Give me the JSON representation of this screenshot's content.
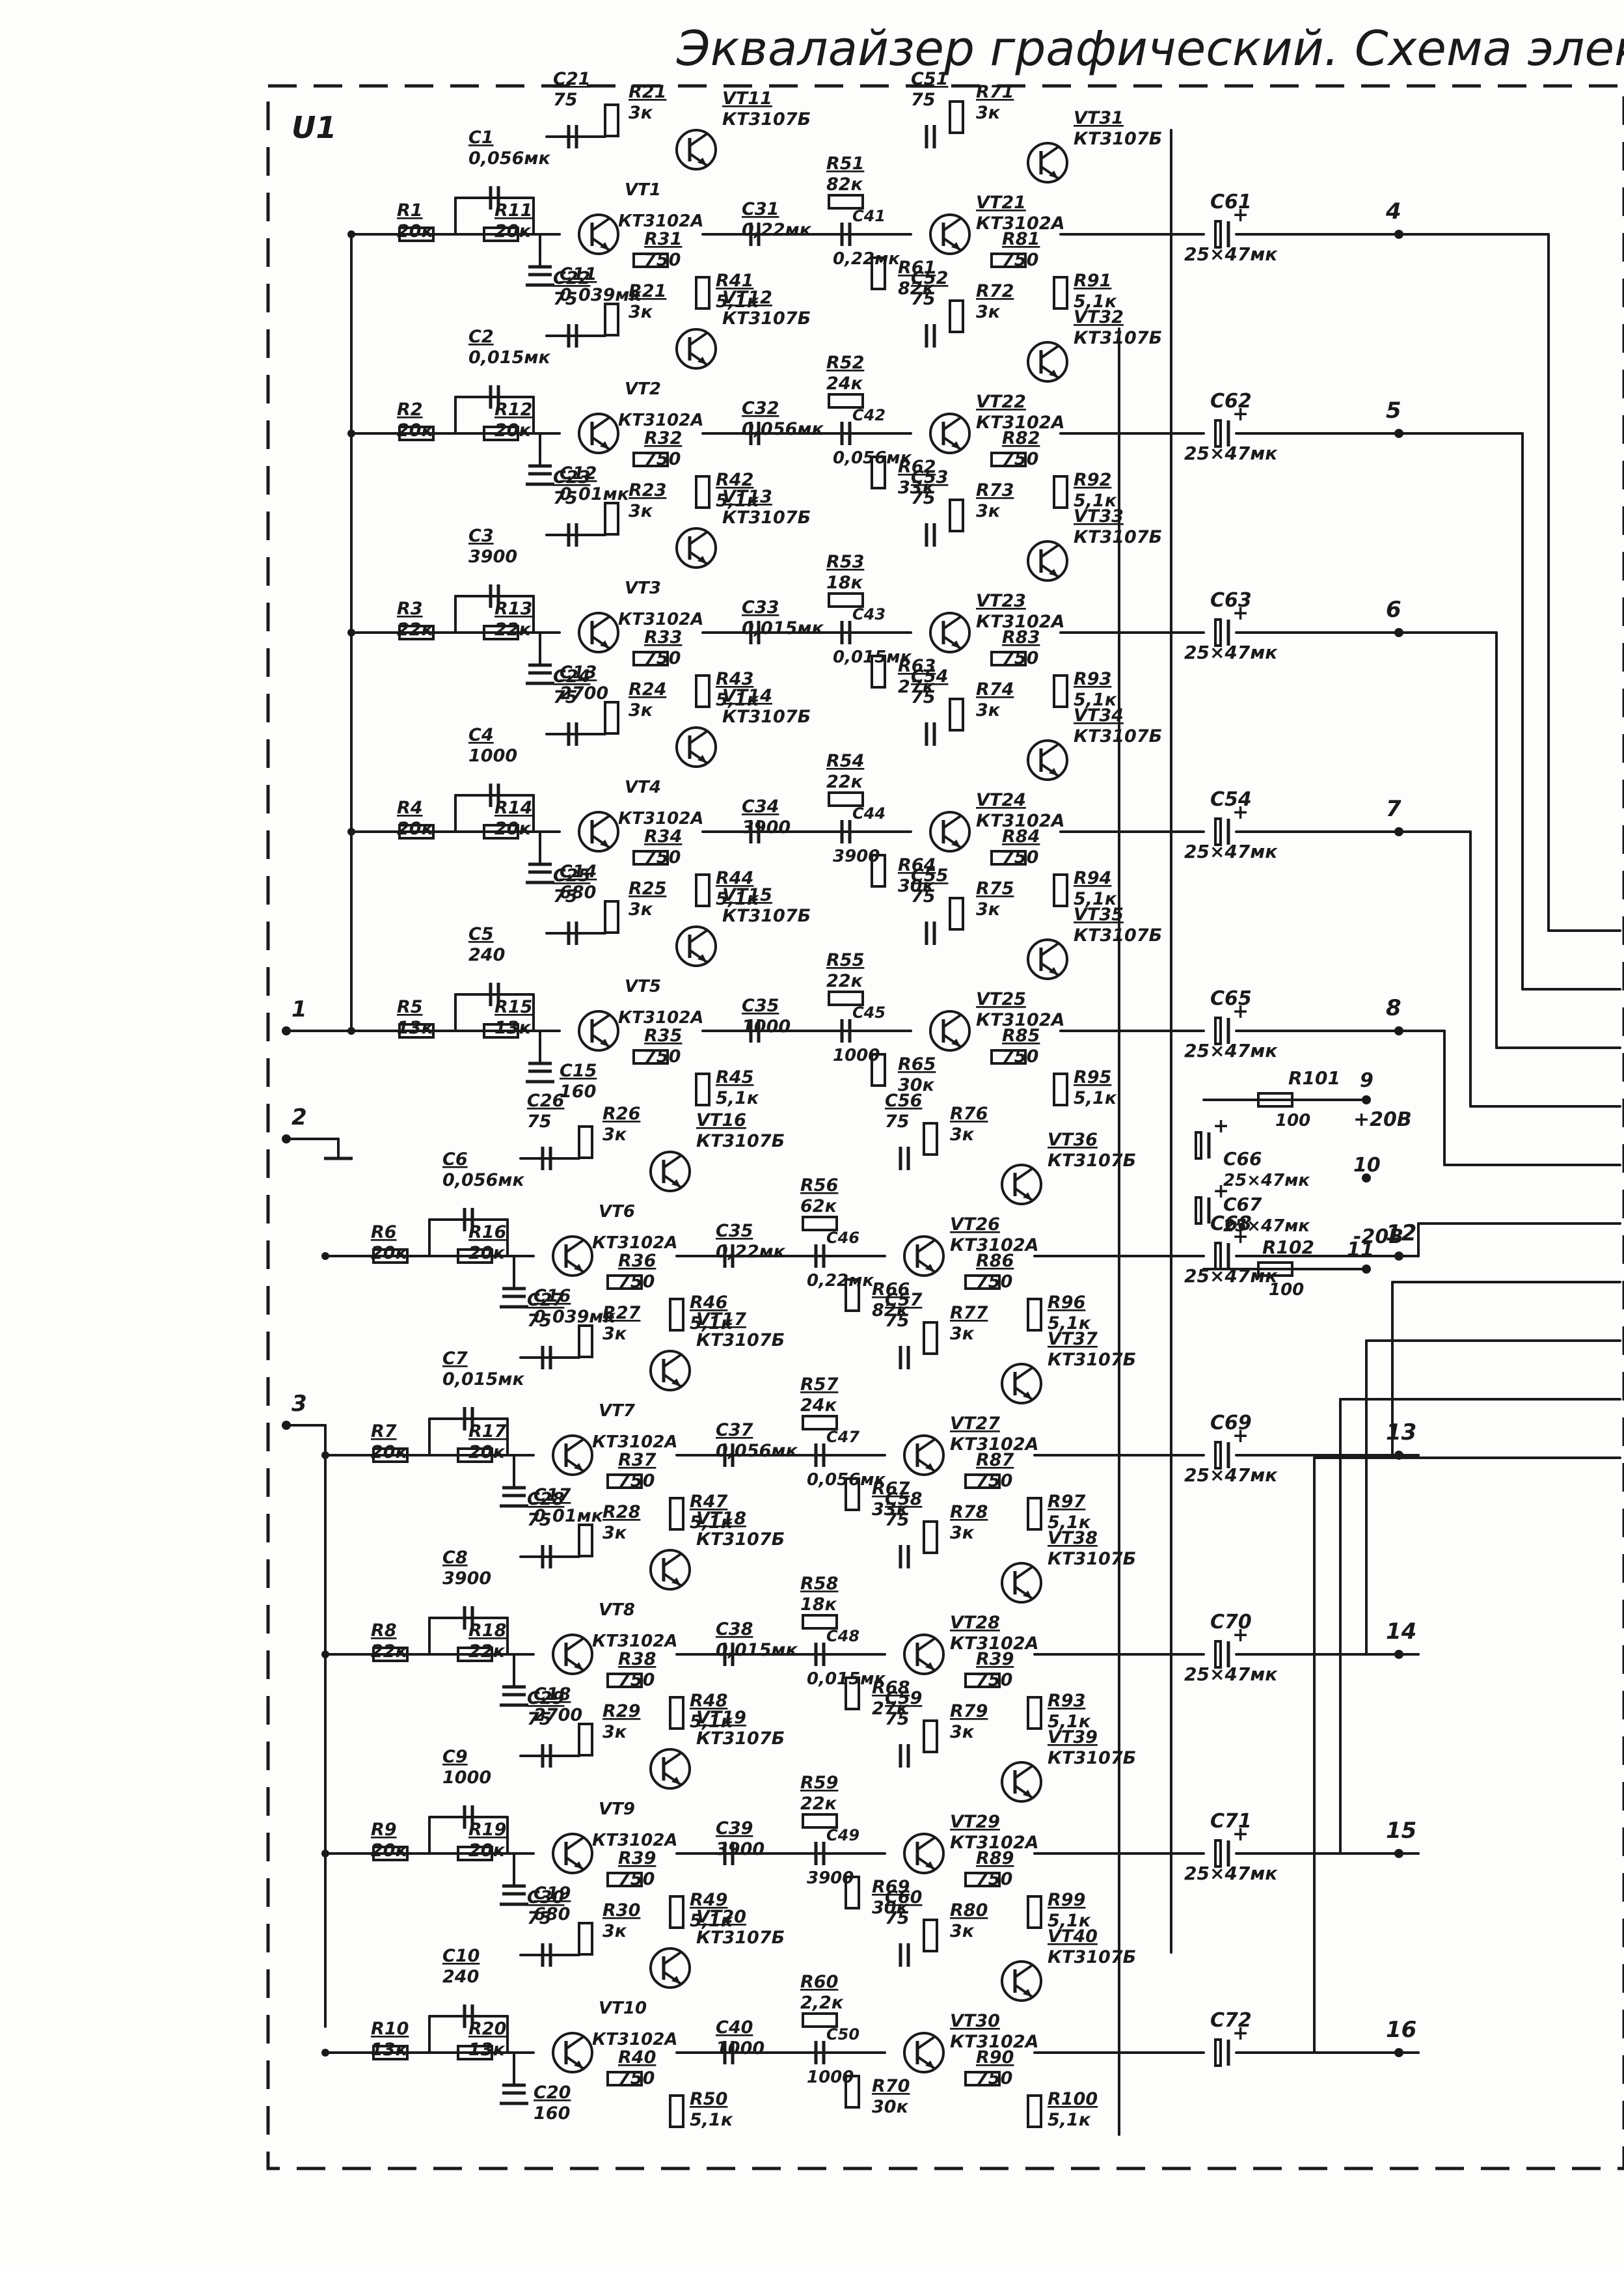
{
  "title": "Эквалайзер графический. Схема электриче",
  "board_label": "U1",
  "colors": {
    "ink": "#1a1a1a",
    "paper": "#fdfdfb"
  },
  "icons": [
    "resistor-icon",
    "capacitor-icon",
    "electrolytic-capacitor-icon",
    "npn-transistor-icon",
    "pnp-transistor-icon",
    "ground-icon",
    "pin-icon"
  ],
  "input_pins": [
    {
      "num": "1"
    },
    {
      "num": "2"
    },
    {
      "num": "3"
    }
  ],
  "supply": {
    "pin9": "9",
    "plus_v": "+20В",
    "r101": "R101",
    "r101_val": "100",
    "c66": "C66",
    "c66_val": "25×47мк",
    "pin10": "10",
    "c67": "C67",
    "c67_val": "25×47мк",
    "minus_v": "-20В",
    "r102": "R102",
    "r102_val": "100",
    "pin11": "11"
  },
  "channels": [
    {
      "r_in": "R1",
      "r_in_val": "20к",
      "c_in": "C1",
      "c_in_val": "0,056мк",
      "r_b": "R11",
      "r_b_val": "20к",
      "c_g": "C11",
      "c_g_val": "0,039мк",
      "c_f": "C21",
      "c_f_val": "75",
      "r_c": "R21",
      "r_c_val": "3к",
      "vt_a": "VT1",
      "vt_a_type": "КТ3102А",
      "vt_b": "VT11",
      "vt_b_type": "КТ3107Б",
      "r_e": "R31",
      "r_e_val": "750",
      "r_d": "R41",
      "r_d_val": "5,1к",
      "c_s1": "C31",
      "c_s1_val": "0,22мк",
      "r_s": "R51",
      "r_s_val": "82к",
      "c_s2": "C41",
      "c_s2_val": "0,22мк",
      "r_s2": "R61",
      "r_s2_val": "82к",
      "c_f2": "C51",
      "c_f2_val": "75",
      "r_c2": "R71",
      "r_c2_val": "3к",
      "vt_c": "VT21",
      "vt_c_type": "КТ3102А",
      "vt_d": "VT31",
      "vt_d_type": "КТ3107Б",
      "r_e2": "R81",
      "r_e2_val": "750",
      "r_o": "R91",
      "r_o_val": "5,1к",
      "c_out": "C61",
      "c_out_val": "25×47мк",
      "pin": "4"
    },
    {
      "r_in": "R2",
      "r_in_val": "20к",
      "c_in": "C2",
      "c_in_val": "0,015мк",
      "r_b": "R12",
      "r_b_val": "20к",
      "c_g": "C12",
      "c_g_val": "0,01мк",
      "c_f": "C22",
      "c_f_val": "75",
      "r_c": "R21",
      "r_c_val": "3к",
      "vt_a": "VT2",
      "vt_a_type": "КТ3102А",
      "vt_b": "VT12",
      "vt_b_type": "КТ3107Б",
      "r_e": "R32",
      "r_e_val": "750",
      "r_d": "R42",
      "r_d_val": "5,1к",
      "c_s1": "C32",
      "c_s1_val": "0,056мк",
      "r_s": "R52",
      "r_s_val": "24к",
      "c_s2": "C42",
      "c_s2_val": "0,056мк",
      "r_s2": "R62",
      "r_s2_val": "33к",
      "c_f2": "C52",
      "c_f2_val": "75",
      "r_c2": "R72",
      "r_c2_val": "3к",
      "vt_c": "VT22",
      "vt_c_type": "КТ3102А",
      "vt_d": "VT32",
      "vt_d_type": "КТ3107Б",
      "r_e2": "R82",
      "r_e2_val": "750",
      "r_o": "R92",
      "r_o_val": "5,1к",
      "c_out": "C62",
      "c_out_val": "25×47мк",
      "pin": "5"
    },
    {
      "r_in": "R3",
      "r_in_val": "22к",
      "c_in": "C3",
      "c_in_val": "3900",
      "r_b": "R13",
      "r_b_val": "22к",
      "c_g": "C13",
      "c_g_val": "2700",
      "c_f": "C23",
      "c_f_val": "75",
      "r_c": "R23",
      "r_c_val": "3к",
      "vt_a": "VT3",
      "vt_a_type": "КТ3102А",
      "vt_b": "VT13",
      "vt_b_type": "КТ3107Б",
      "r_e": "R33",
      "r_e_val": "750",
      "r_d": "R43",
      "r_d_val": "5,1к",
      "c_s1": "C33",
      "c_s1_val": "0,015мк",
      "r_s": "R53",
      "r_s_val": "18к",
      "c_s2": "C43",
      "c_s2_val": "0,015мк",
      "r_s2": "R63",
      "r_s2_val": "27к",
      "c_f2": "C53",
      "c_f2_val": "75",
      "r_c2": "R73",
      "r_c2_val": "3к",
      "vt_c": "VT23",
      "vt_c_type": "КТ3102А",
      "vt_d": "VT33",
      "vt_d_type": "КТ3107Б",
      "r_e2": "R83",
      "r_e2_val": "750",
      "r_o": "R93",
      "r_o_val": "5,1к",
      "c_out": "C63",
      "c_out_val": "25×47мк",
      "pin": "6"
    },
    {
      "r_in": "R4",
      "r_in_val": "20к",
      "c_in": "C4",
      "c_in_val": "1000",
      "r_b": "R14",
      "r_b_val": "20к",
      "c_g": "C14",
      "c_g_val": "680",
      "c_f": "C24",
      "c_f_val": "75",
      "r_c": "R24",
      "r_c_val": "3к",
      "vt_a": "VT4",
      "vt_a_type": "КТ3102А",
      "vt_b": "VT14",
      "vt_b_type": "КТ3107Б",
      "r_e": "R34",
      "r_e_val": "750",
      "r_d": "R44",
      "r_d_val": "5,1к",
      "c_s1": "C34",
      "c_s1_val": "3900",
      "r_s": "R54",
      "r_s_val": "22к",
      "c_s2": "C44",
      "c_s2_val": "3900",
      "r_s2": "R64",
      "r_s2_val": "30к",
      "c_f2": "C54",
      "c_f2_val": "75",
      "r_c2": "R74",
      "r_c2_val": "3к",
      "vt_c": "VT24",
      "vt_c_type": "КТ3102А",
      "vt_d": "VT34",
      "vt_d_type": "КТ3107Б",
      "r_e2": "R84",
      "r_e2_val": "750",
      "r_o": "R94",
      "r_o_val": "5,1к",
      "c_out": "C54",
      "c_out_val": "25×47мк",
      "pin": "7"
    },
    {
      "r_in": "R5",
      "r_in_val": "13к",
      "c_in": "C5",
      "c_in_val": "240",
      "r_b": "R15",
      "r_b_val": "13к",
      "c_g": "C15",
      "c_g_val": "160",
      "c_f": "C25",
      "c_f_val": "75",
      "r_c": "R25",
      "r_c_val": "3к",
      "vt_a": "VT5",
      "vt_a_type": "КТ3102А",
      "vt_b": "VT15",
      "vt_b_type": "КТ3107Б",
      "r_e": "R35",
      "r_e_val": "750",
      "r_d": "R45",
      "r_d_val": "5,1к",
      "c_s1": "C35",
      "c_s1_val": "1000",
      "r_s": "R55",
      "r_s_val": "22к",
      "c_s2": "C45",
      "c_s2_val": "1000",
      "r_s2": "R65",
      "r_s2_val": "30к",
      "c_f2": "C55",
      "c_f2_val": "75",
      "r_c2": "R75",
      "r_c2_val": "3к",
      "vt_c": "VT25",
      "vt_c_type": "КТ3102А",
      "vt_d": "VT35",
      "vt_d_type": "КТ3107Б",
      "r_e2": "R85",
      "r_e2_val": "750",
      "r_o": "R95",
      "r_o_val": "5,1к",
      "c_out": "C65",
      "c_out_val": "25×47мк",
      "pin": "8"
    },
    {
      "r_in": "R6",
      "r_in_val": "20к",
      "c_in": "C6",
      "c_in_val": "0,056мк",
      "r_b": "R16",
      "r_b_val": "20к",
      "c_g": "C16",
      "c_g_val": "0,039мк",
      "c_f": "C26",
      "c_f_val": "75",
      "r_c": "R26",
      "r_c_val": "3к",
      "vt_a": "VT6",
      "vt_a_type": "КТ3102А",
      "vt_b": "VT16",
      "vt_b_type": "КТ3107Б",
      "r_e": "R36",
      "r_e_val": "750",
      "r_d": "R46",
      "r_d_val": "5,1к",
      "c_s1": "C35",
      "c_s1_val": "0,22мк",
      "r_s": "R56",
      "r_s_val": "62к",
      "c_s2": "C46",
      "c_s2_val": "0,22мк",
      "r_s2": "R66",
      "r_s2_val": "82к",
      "c_f2": "C56",
      "c_f2_val": "75",
      "r_c2": "R76",
      "r_c2_val": "3к",
      "vt_c": "VT26",
      "vt_c_type": "КТ3102А",
      "vt_d": "VT36",
      "vt_d_type": "КТ3107Б",
      "r_e2": "R86",
      "r_e2_val": "750",
      "r_o": "R96",
      "r_o_val": "5,1к",
      "c_out": "C68",
      "c_out_val": "25×47мк",
      "pin": "12"
    },
    {
      "r_in": "R7",
      "r_in_val": "20к",
      "c_in": "C7",
      "c_in_val": "0,015мк",
      "r_b": "R17",
      "r_b_val": "20к",
      "c_g": "C17",
      "c_g_val": "0,01мк",
      "c_f": "C27",
      "c_f_val": "75",
      "r_c": "R27",
      "r_c_val": "3к",
      "vt_a": "VT7",
      "vt_a_type": "КТ3102А",
      "vt_b": "VT17",
      "vt_b_type": "КТ3107Б",
      "r_e": "R37",
      "r_e_val": "750",
      "r_d": "R47",
      "r_d_val": "5,1к",
      "c_s1": "C37",
      "c_s1_val": "0,056мк",
      "r_s": "R57",
      "r_s_val": "24к",
      "c_s2": "C47",
      "c_s2_val": "0,056мк",
      "r_s2": "R67",
      "r_s2_val": "33к",
      "c_f2": "C57",
      "c_f2_val": "75",
      "r_c2": "R77",
      "r_c2_val": "3к",
      "vt_c": "VT27",
      "vt_c_type": "КТ3102А",
      "vt_d": "VT37",
      "vt_d_type": "КТ3107Б",
      "r_e2": "R87",
      "r_e2_val": "750",
      "r_o": "R97",
      "r_o_val": "5,1к",
      "c_out": "C69",
      "c_out_val": "25×47мк",
      "pin": "13"
    },
    {
      "r_in": "R8",
      "r_in_val": "22к",
      "c_in": "C8",
      "c_in_val": "3900",
      "r_b": "R18",
      "r_b_val": "22к",
      "c_g": "C18",
      "c_g_val": "2700",
      "c_f": "C28",
      "c_f_val": "75",
      "r_c": "R28",
      "r_c_val": "3к",
      "vt_a": "VT8",
      "vt_a_type": "КТ3102А",
      "vt_b": "VT18",
      "vt_b_type": "КТ3107Б",
      "r_e": "R38",
      "r_e_val": "750",
      "r_d": "R48",
      "r_d_val": "5,1к",
      "c_s1": "C38",
      "c_s1_val": "0,015мк",
      "r_s": "R58",
      "r_s_val": "18к",
      "c_s2": "C48",
      "c_s2_val": "0,015мк",
      "r_s2": "R68",
      "r_s2_val": "27к",
      "c_f2": "C58",
      "c_f2_val": "75",
      "r_c2": "R78",
      "r_c2_val": "3к",
      "vt_c": "VT28",
      "vt_c_type": "КТ3102А",
      "vt_d": "VT38",
      "vt_d_type": "КТ3107Б",
      "r_e2": "R39",
      "r_e2_val": "750",
      "r_o": "R93",
      "r_o_val": "5,1к",
      "c_out": "C70",
      "c_out_val": "25×47мк",
      "pin": "14"
    },
    {
      "r_in": "R9",
      "r_in_val": "20к",
      "c_in": "C9",
      "c_in_val": "1000",
      "r_b": "R19",
      "r_b_val": "20к",
      "c_g": "C19",
      "c_g_val": "680",
      "c_f": "C29",
      "c_f_val": "75",
      "r_c": "R29",
      "r_c_val": "3к",
      "vt_a": "VT9",
      "vt_a_type": "КТ3102А",
      "vt_b": "VT19",
      "vt_b_type": "КТ3107Б",
      "r_e": "R39",
      "r_e_val": "750",
      "r_d": "R49",
      "r_d_val": "5,1к",
      "c_s1": "C39",
      "c_s1_val": "3900",
      "r_s": "R59",
      "r_s_val": "22к",
      "c_s2": "C49",
      "c_s2_val": "3900",
      "r_s2": "R69",
      "r_s2_val": "30к",
      "c_f2": "C59",
      "c_f2_val": "75",
      "r_c2": "R79",
      "r_c2_val": "3к",
      "vt_c": "VT29",
      "vt_c_type": "КТ3102А",
      "vt_d": "VT39",
      "vt_d_type": "КТ3107Б",
      "r_e2": "R89",
      "r_e2_val": "750",
      "r_o": "R99",
      "r_o_val": "5,1к",
      "c_out": "C71",
      "c_out_val": "25×47мк",
      "pin": "15"
    },
    {
      "r_in": "R10",
      "r_in_val": "13к",
      "c_in": "C10",
      "c_in_val": "240",
      "r_b": "R20",
      "r_b_val": "13к",
      "c_g": "C20",
      "c_g_val": "160",
      "c_f": "C30",
      "c_f_val": "75",
      "r_c": "R30",
      "r_c_val": "3к",
      "vt_a": "VT10",
      "vt_a_type": "КТ3102А",
      "vt_b": "VT20",
      "vt_b_type": "КТ3107Б",
      "r_e": "R40",
      "r_e_val": "750",
      "r_d": "R50",
      "r_d_val": "5,1к",
      "c_s1": "C40",
      "c_s1_val": "1000",
      "r_s": "R60",
      "r_s_val": "2,2к",
      "c_s2": "C50",
      "c_s2_val": "1000",
      "r_s2": "R70",
      "r_s2_val": "30к",
      "c_f2": "C60",
      "c_f2_val": "75",
      "r_c2": "R80",
      "r_c2_val": "3к",
      "vt_c": "VT30",
      "vt_c_type": "КТ3102А",
      "vt_d": "VT40",
      "vt_d_type": "КТ3107Б",
      "r_e2": "R90",
      "r_e2_val": "750",
      "r_o": "R100",
      "r_o_val": "5,1к",
      "c_out": "C72",
      "c_out_val": "",
      "pin": "16"
    }
  ]
}
